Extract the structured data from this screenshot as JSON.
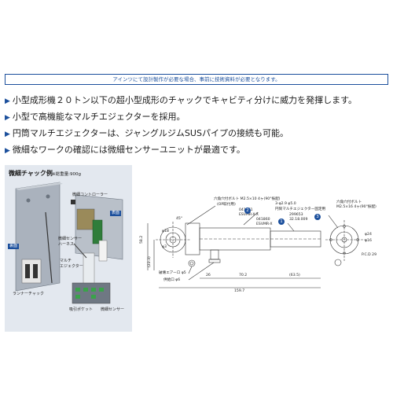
{
  "notice": "アインツにて設計製作が必要な場合、事前に技術資料が必要となります。",
  "bullets": [
    "小型成形機２０トン以下の超小型成形のチャックでキャビティ分けに威力を発揮します。",
    "小型で高機能なマルチエジェクターを採用。",
    "円筒マルチエジェクターは、ジャングルジムSUSパイプの接続も可能。",
    "微細なワークの確認には微細センサーユニットが最適です。"
  ],
  "panel": {
    "title": "微細チャック例",
    "weight": "※総重量:900g",
    "labels": {
      "controller": "微細コントローラー",
      "front": "表面",
      "back": "裏面",
      "harness": "微細センサー\nハーネス",
      "ejector": "マルチ\nエジェクター",
      "runner": "ランナーチャック",
      "pocket": "吸引ポケット",
      "sensor": "微細センサー"
    }
  },
  "drawing": {
    "bolt_top": "六角穴付ボルト M2.5×10 4ヶ(90°振配)",
    "bolt_top_sub": "(OP取付用)",
    "bolt_right": "六角穴付ボルト",
    "bolt_right_sub": "M2.5×16 4ヶ(90°振配)",
    "part1_code": "041861",
    "part1_name": "ESVMR-X-X",
    "part2_code": "041860",
    "part2_name": "ESVMR-X",
    "spec": "3-φ2.9 φ5.0",
    "spec_sub": "円筒マルチエジェクター固定用",
    "part3_code": "299653",
    "part3_name": "32.18.009",
    "n1": "1",
    "n2": "2",
    "n3": "3",
    "dim_len_total": "159.7",
    "dim_702": "70.2",
    "dim_635": "(63.5)",
    "dim_26": "26",
    "dim_582": "58.2",
    "dim_223": "(22.3)",
    "dim_angle": "45°",
    "dim_d18": "φ18",
    "dim_d3": "φ3",
    "dim_d24": "φ24",
    "dim_d16": "φ16",
    "pcd": "P.C.D 29",
    "air_port": "破壊エアーロ φ5",
    "vac_port": "供給口 φ6"
  }
}
